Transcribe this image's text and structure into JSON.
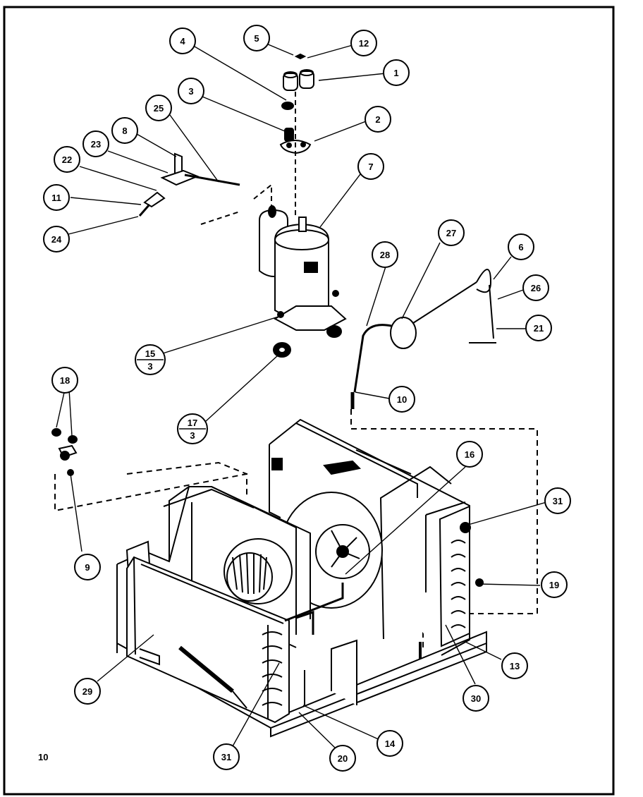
{
  "page": {
    "page_number": "10"
  },
  "callouts": [
    {
      "id": "c4",
      "label": "4"
    },
    {
      "id": "c5",
      "label": "5"
    },
    {
      "id": "c12",
      "label": "12"
    },
    {
      "id": "c1",
      "label": "1"
    },
    {
      "id": "c3",
      "label": "3"
    },
    {
      "id": "c2",
      "label": "2"
    },
    {
      "id": "c25",
      "label": "25"
    },
    {
      "id": "c8",
      "label": "8"
    },
    {
      "id": "c23",
      "label": "23"
    },
    {
      "id": "c22",
      "label": "22"
    },
    {
      "id": "c7",
      "label": "7"
    },
    {
      "id": "c11",
      "label": "11"
    },
    {
      "id": "c24",
      "label": "24"
    },
    {
      "id": "c27",
      "label": "27"
    },
    {
      "id": "c28",
      "label": "28"
    },
    {
      "id": "c6",
      "label": "6"
    },
    {
      "id": "c26",
      "label": "26"
    },
    {
      "id": "c21",
      "label": "21"
    },
    {
      "id": "c10",
      "label": "10"
    },
    {
      "id": "c18",
      "label": "18"
    },
    {
      "id": "c16",
      "label": "16"
    },
    {
      "id": "c31a",
      "label": "31"
    },
    {
      "id": "c9",
      "label": "9"
    },
    {
      "id": "c19",
      "label": "19"
    },
    {
      "id": "c13",
      "label": "13"
    },
    {
      "id": "c29",
      "label": "29"
    },
    {
      "id": "c30",
      "label": "30"
    },
    {
      "id": "c14",
      "label": "14"
    },
    {
      "id": "c20",
      "label": "20"
    },
    {
      "id": "c31b",
      "label": "31"
    }
  ],
  "fractions": [
    {
      "id": "f15",
      "top": "15",
      "bottom": "3"
    },
    {
      "id": "f17",
      "top": "17",
      "bottom": "3"
    }
  ]
}
